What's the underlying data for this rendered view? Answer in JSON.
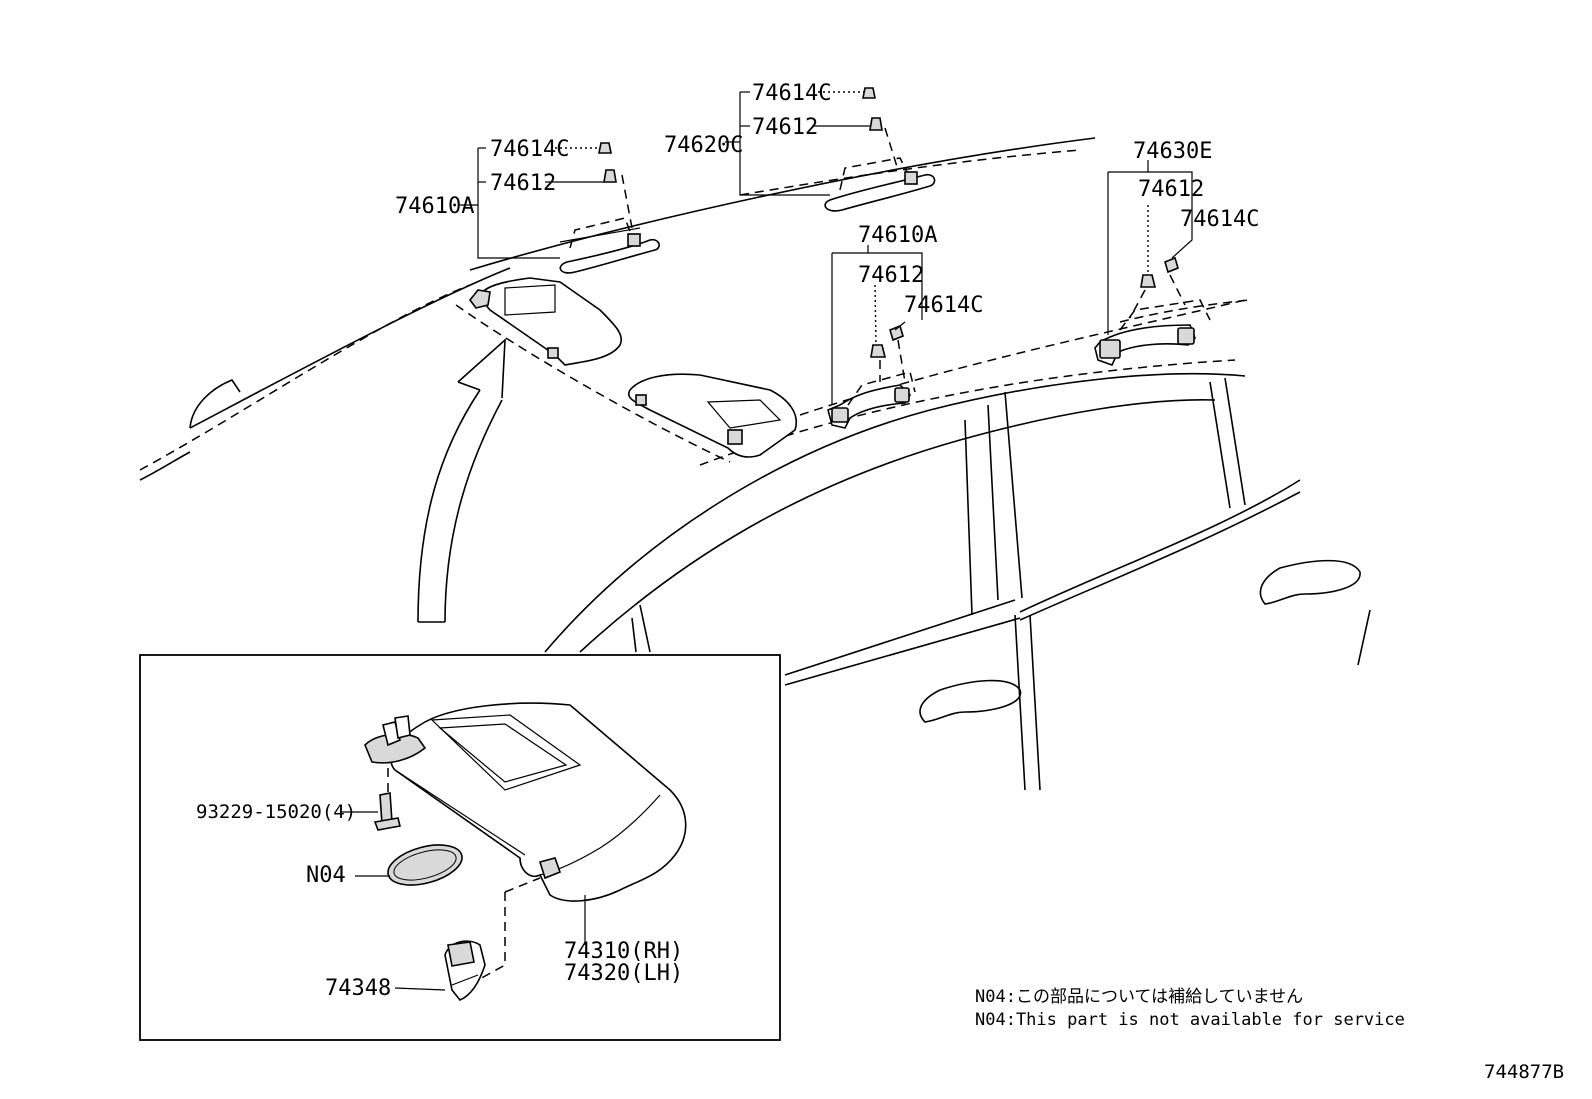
{
  "labels": {
    "l_74614c_center_top": "74614C",
    "l_74612_center_top": "74612",
    "l_74620c": "74620C",
    "l_74614c_left": "74614C",
    "l_74612_left": "74612",
    "l_74610a_left": "74610A",
    "l_74630e": "74630E",
    "l_74612_right": "74612",
    "l_74614c_right": "74614C",
    "l_74610a_center": "74610A",
    "l_74612_center": "74612",
    "l_74614c_center": "74614C",
    "l_93229": "93229-15020(4)",
    "l_n04": "N04",
    "l_74310": "74310(RH)",
    "l_74320": "74320(LH)",
    "l_74348": "74348"
  },
  "notes": {
    "jp": "N04:この部品については補給していません",
    "en": "N04:This part is not available for service"
  },
  "diagram_id": "744877B"
}
